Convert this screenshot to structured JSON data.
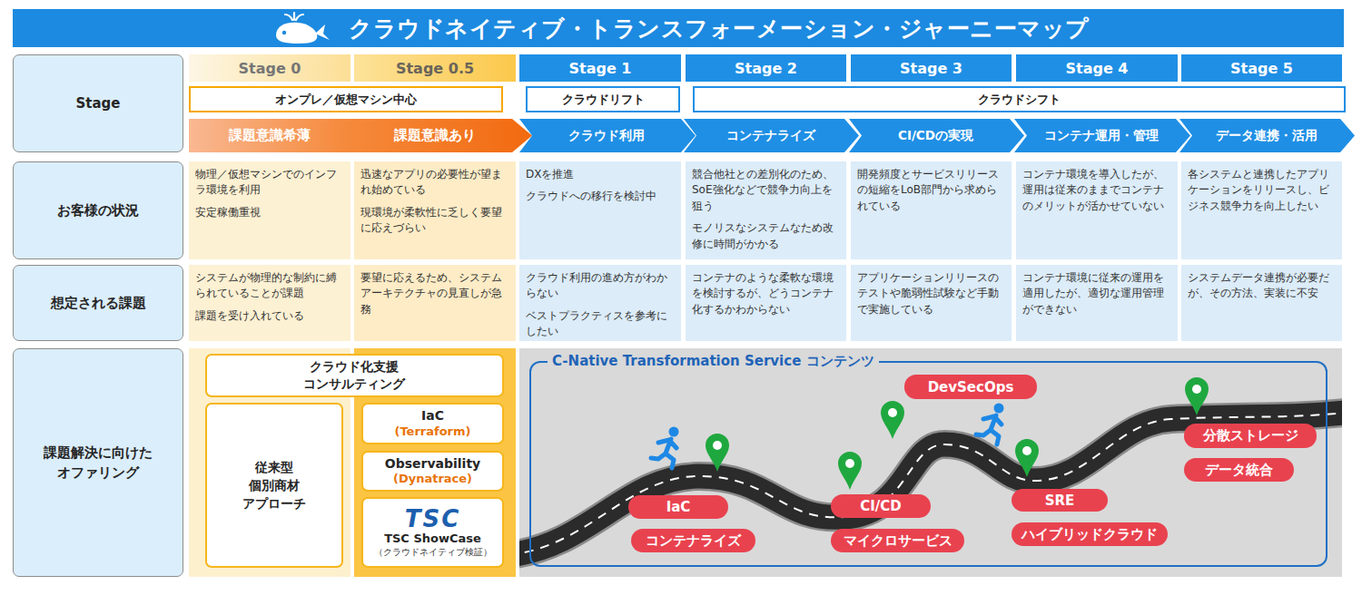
{
  "diagram": {
    "title": "クラウドネイティブ・トランスフォーメーション・ジャーニーマップ",
    "nodes": [
      {
        "text": [
          "Stage"
        ]
      },
      {
        "text": [
          "Stage 0"
        ]
      },
      {
        "text": [
          "Stage 0.5"
        ]
      },
      {
        "text": [
          "Stage 1"
        ]
      },
      {
        "text": [
          "Stage 2"
        ]
      },
      {
        "text": [
          "Stage 3"
        ]
      },
      {
        "text": [
          "Stage 4"
        ]
      },
      {
        "text": [
          "Stage 5"
        ]
      },
      {
        "text": [
          "オンプレ／仮想マシン中心"
        ]
      },
      {
        "text": [
          "クラウドリフト"
        ]
      },
      {
        "text": [
          "クラウドシフト"
        ]
      },
      {
        "text": [
          "課題意識希薄",
          "課題意識あり"
        ]
      },
      {
        "text": [
          "クラウド利用"
        ]
      },
      {
        "text": [
          "コンテナライズ"
        ]
      },
      {
        "text": [
          "CI/CDの実現"
        ]
      },
      {
        "text": [
          "コンテナ運用・管理"
        ]
      },
      {
        "text": [
          "データ連携・活用"
        ]
      },
      {
        "text": [
          "お客様の状況"
        ]
      },
      {
        "text": [
          "物理／仮想マシンでのインフラ環境を利用",
          "安定稼働重視"
        ]
      },
      {
        "text": [
          "迅速なアプリの必要性が望まれ始めている",
          "現環境が柔軟性に乏しく要望に応えづらい"
        ]
      },
      {
        "text": [
          "DXを推進",
          "クラウドへの移行を検討中"
        ]
      },
      {
        "text": [
          "競合他社との差別化のため、SoE強化などで競争力向上を狙う",
          "モノリスなシステムなため改修に時間がかかる"
        ]
      },
      {
        "text": [
          "開発頻度とサービスリリースの短縮をLoB部門から求められている"
        ]
      },
      {
        "text": [
          "コンテナ環境を導入したが、運用は従来のままでコンテナのメリットが活かせていない"
        ]
      },
      {
        "text": [
          "各システムと連携したアプリケーションをリリースし、ビジネス競争力を向上したい"
        ]
      },
      {
        "text": [
          "想定される課題"
        ]
      },
      {
        "text": [
          "システムが物理的な制約に縛られていることが課題",
          "課題を受け入れている"
        ]
      },
      {
        "text": [
          "要望に応えるため、システムアーキテクチャの見直しが急務"
        ]
      },
      {
        "text": [
          "クラウド利用の進め方がわからない",
          "ベストプラクティスを参考にしたい"
        ]
      },
      {
        "text": [
          "コンテナのような柔軟な環境を検討するが、どうコンテナ化するかわからない"
        ]
      },
      {
        "text": [
          "アプリケーションリリースのテストや脆弱性試験など手動で実施している"
        ]
      },
      {
        "text": [
          "コンテナ環境に従来の運用を適用したが、適切な運用管理ができない"
        ]
      },
      {
        "text": [
          "システムデータ連携が必要だが、その方法、実装に不安"
        ]
      },
      {
        "text": [
          "課題解決に向けた オファリング"
        ]
      },
      {
        "text": [
          "クラウド化支援 コンサルティング"
        ]
      },
      {
        "text": [
          "従来型 個別商材 アプローチ"
        ]
      },
      {
        "text": [
          "IaC",
          "(Terraform)"
        ]
      },
      {
        "text": [
          "Observability",
          "(Dynatrace)"
        ]
      },
      {
        "text": [
          "TSC",
          "TSC ShowCase",
          "（クラウドネイティブ検証）"
        ]
      },
      {
        "text": [
          "C-Native Transformation Service コンテンツ"
        ]
      },
      {
        "text": [
          "IaC"
        ],
        "in": 39
      },
      {
        "text": [
          "コンテナライズ"
        ],
        "in": 39
      },
      {
        "text": [
          "CI/CD"
        ],
        "in": 39
      },
      {
        "text": [
          "マイクロサービス"
        ],
        "in": 39
      },
      {
        "text": [
          "DevSecOps"
        ],
        "in": 39
      },
      {
        "text": [
          "SRE"
        ],
        "in": 39
      },
      {
        "text": [
          "ハイブリッドクラウド"
        ],
        "in": 39
      },
      {
        "text": [
          "分散ストレージ"
        ],
        "in": 39
      },
      {
        "text": [
          "データ統合"
        ],
        "in": 39
      }
    ]
  }
}
